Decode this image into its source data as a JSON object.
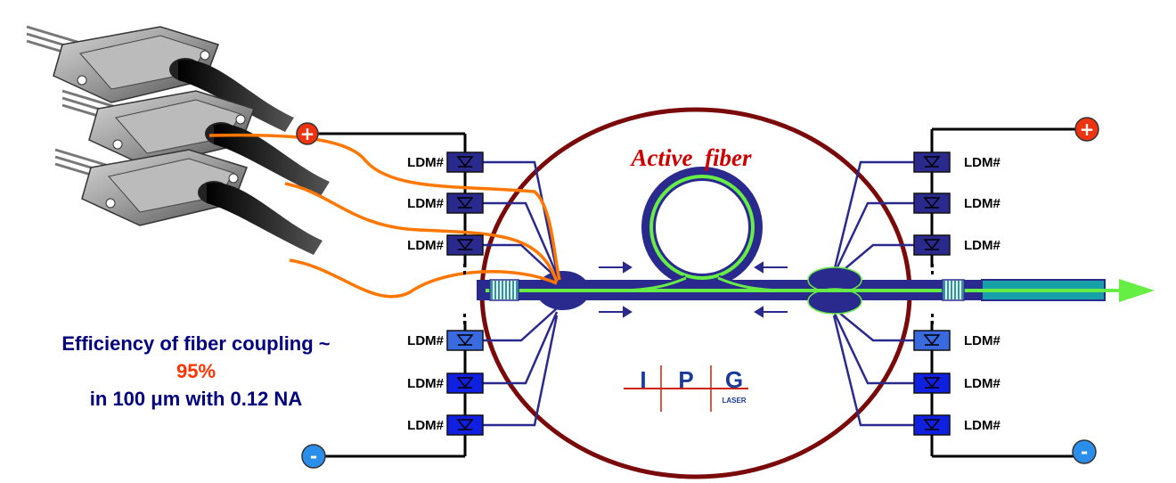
{
  "title": "Active  fiber",
  "ldm_label": "LDM#",
  "plus_sign": "+",
  "minus_sign": "-",
  "logo": {
    "letters": [
      "I",
      "P",
      "G"
    ],
    "subtitle": "LASER"
  },
  "caption": {
    "line1": "Efficiency of fiber coupling ~",
    "line2": "95%",
    "line3": "in 100 μm with 0.12 NA"
  },
  "colors": {
    "fiber_green": "#66ee44",
    "pigtail_orange": "#ff7700",
    "diode_blue": "#2a2a8e",
    "ring_border": "#7a0a0a",
    "plus_red": "#ee3311",
    "minus_blue": "#2a8eea"
  }
}
